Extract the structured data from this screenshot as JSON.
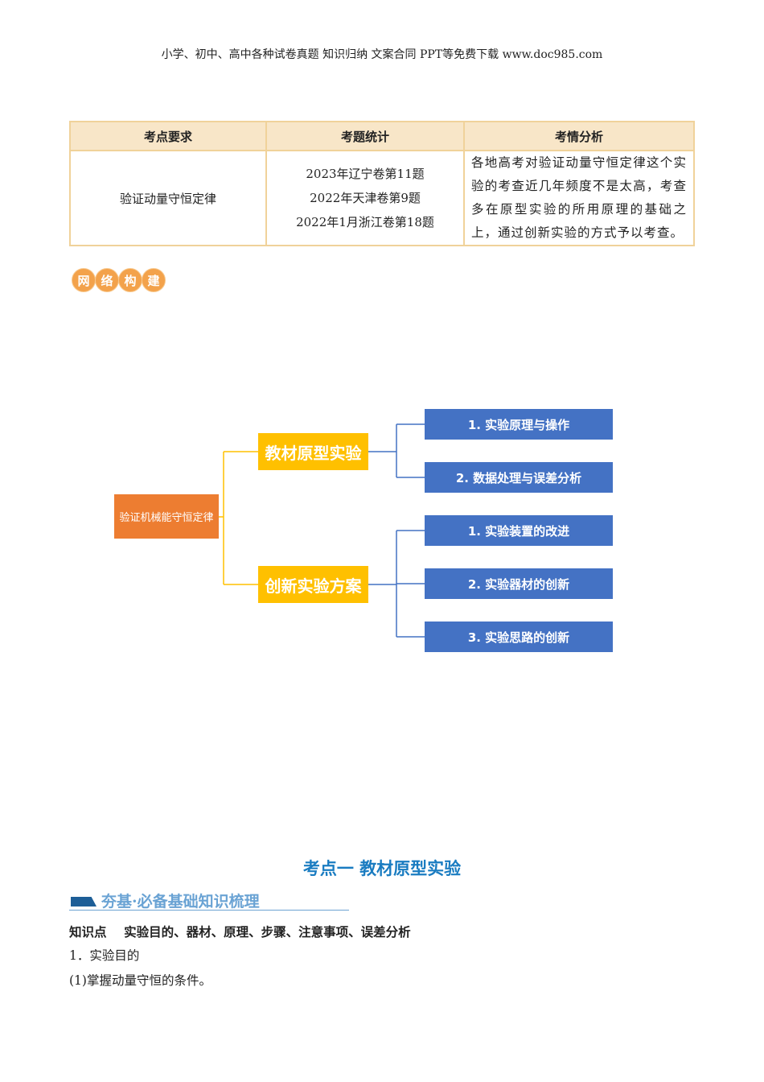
{
  "header": "小学、初中、高中各种试卷真题  知识归纳  文案合同  PPT等免费下载      www.doc985.com",
  "table": {
    "headers": [
      "考点要求",
      "考题统计",
      "考情分析"
    ],
    "requirement": "验证动量守恒定律",
    "stats": [
      "2023年辽宁卷第11题",
      "2022年天津卷第9题",
      "2022年1月浙江卷第18题"
    ],
    "analysis": "各地高考对验证动量守恒定律这个实验的考查近几年频度不是太高，考查多在原型实验的所用原理的基础之上，通过创新实验的方式予以考查。"
  },
  "badge": [
    "网",
    "络",
    "构",
    "建"
  ],
  "diagram": {
    "root": "验证机械能守恒定律",
    "branches": [
      "教材原型实验",
      "创新实验方案"
    ],
    "leaves": [
      "1. 实验原理与操作",
      "2. 数据处理与误差分析",
      "1. 实验装置的改进",
      "2. 实验器材的创新",
      "3. 实验思路的创新"
    ]
  },
  "section_title": "考点一  教材原型实验",
  "subsection": "夯基·必备基础知识梳理",
  "knowledge_point": "知识点    实验目的、器材、原理、步骤、注意事项、误差分析",
  "lines": [
    "1．实验目的",
    "(1)掌握动量守恒的条件。"
  ]
}
